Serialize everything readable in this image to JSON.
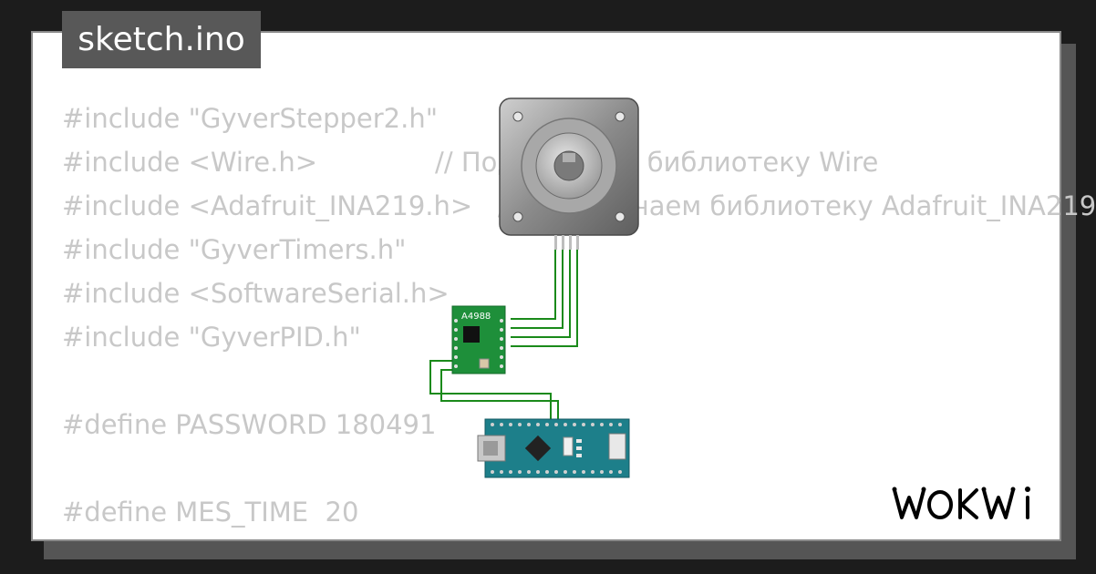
{
  "tab": {
    "filename": "sketch.ino"
  },
  "code_lines": [
    "#include \"GyverStepper2.h\"",
    "#include <Wire.h>              // Подключаем библиотеку Wire",
    "#include <Adafruit_INA219.h>   // Подключаем библиотеку Adafruit_INA219",
    "#include \"GyverTimers.h\"",
    "#include <SoftwareSerial.h>",
    "#include \"GyverPID.h\"",
    "",
    "#define PASSWORD 180491",
    "",
    "#define MES_TIME  20"
  ],
  "driver": {
    "label": "A4988"
  },
  "logo": {
    "text": "WOKWI"
  },
  "colors": {
    "wire": "#1a8a1a",
    "driver_board": "#1e8f3a",
    "nano_board": "#1d7f8a",
    "motor_body": "#9a9a9a",
    "code_text": "#c8c8c8",
    "tab_bg": "#585858"
  }
}
